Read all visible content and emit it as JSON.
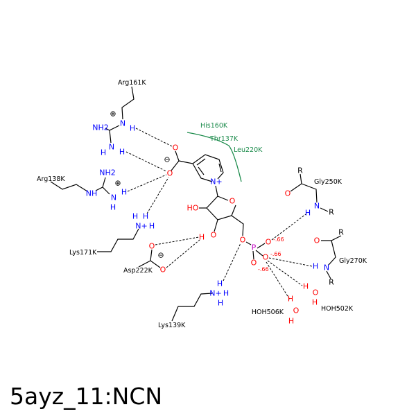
{
  "title": "5ayz_11:NCN",
  "residues": {
    "arg161": "Arg161K",
    "arg138": "Arg138K",
    "lys171": "Lys171K",
    "asp222": "Asp222K",
    "lys139": "Lys139K",
    "gly250": "Gly250K",
    "gly270": "Gly270K",
    "hoh502": "HOH502K",
    "hoh506": "HOH506K"
  },
  "hydrophobic": {
    "his160": "His160K",
    "thr137": "Thr137K",
    "leu220": "Leu220K",
    "color": "#1a8a4a"
  },
  "atoms": {
    "N": "N",
    "H": "H",
    "NH2": "NH2",
    "NH": "NH",
    "O": "O",
    "HO": "HO",
    "P": "P",
    "R": "R",
    "Nplus": "N+",
    "plus": "⊕",
    "minus": "⊖",
    "charge": "-.66"
  }
}
